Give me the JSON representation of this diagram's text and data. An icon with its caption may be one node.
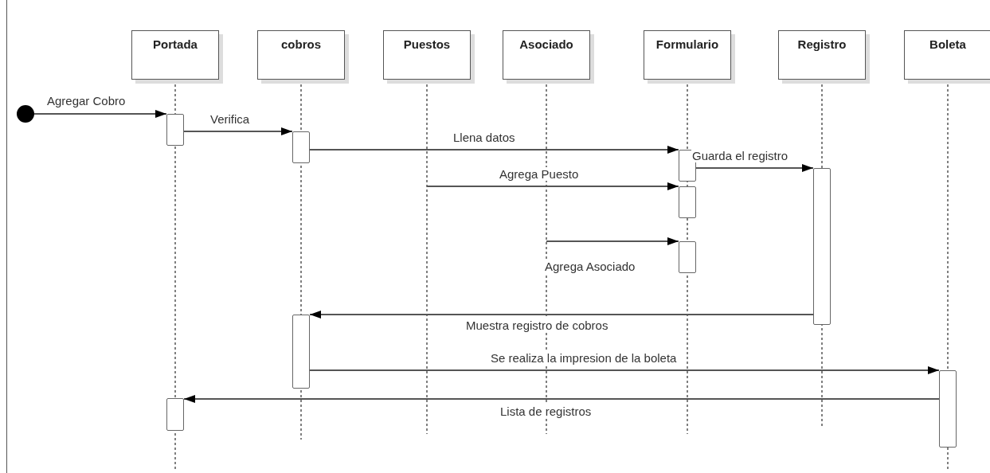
{
  "diagram": {
    "nodes": [
      {
        "text": [
          "Portada"
        ]
      },
      {
        "text": [
          "cobros"
        ]
      },
      {
        "text": [
          "Puestos"
        ]
      },
      {
        "text": [
          "Asociado"
        ]
      },
      {
        "text": [
          "Formulario"
        ]
      },
      {
        "text": [
          "Registro"
        ]
      },
      {
        "text": [
          "Boleta"
        ]
      },
      {
        "text": [],
        "shape": "circle"
      },
      {
        "text": [],
        "shape": "bar"
      },
      {
        "text": [],
        "shape": "bar"
      },
      {
        "text": [],
        "shape": "bar"
      },
      {
        "text": [],
        "shape": "bar"
      },
      {
        "text": [],
        "shape": "bar"
      },
      {
        "text": [],
        "shape": "bar"
      },
      {
        "text": [],
        "shape": "bar"
      },
      {
        "text": [],
        "shape": "bar"
      },
      {
        "text": [],
        "shape": "bar"
      }
    ],
    "edges": [
      {
        "from": 7,
        "to": 8,
        "arrow": "to",
        "label": "Agregar Cobro"
      },
      {
        "from": 8,
        "to": 10,
        "arrow": "to",
        "label": "Verifica"
      },
      {
        "from": 10,
        "to": 12,
        "arrow": "to",
        "label": "Llena datos"
      },
      {
        "from": 12,
        "to": 15,
        "arrow": "to",
        "label": "Guarda el registro"
      },
      {
        "from": null,
        "to": 13,
        "arrow": "to",
        "label": "Agrega Puesto"
      },
      {
        "from": null,
        "to": 14,
        "arrow": "to",
        "label": "Agrega Asociado"
      },
      {
        "from": 15,
        "to": 11,
        "arrow": "to",
        "label": "Muestra registro de cobros"
      },
      {
        "from": 11,
        "to": 16,
        "arrow": "to",
        "label": "Se realiza la impresion de la boleta"
      },
      {
        "from": 16,
        "to": 9,
        "arrow": "to",
        "label": "Lista de registros"
      }
    ]
  }
}
